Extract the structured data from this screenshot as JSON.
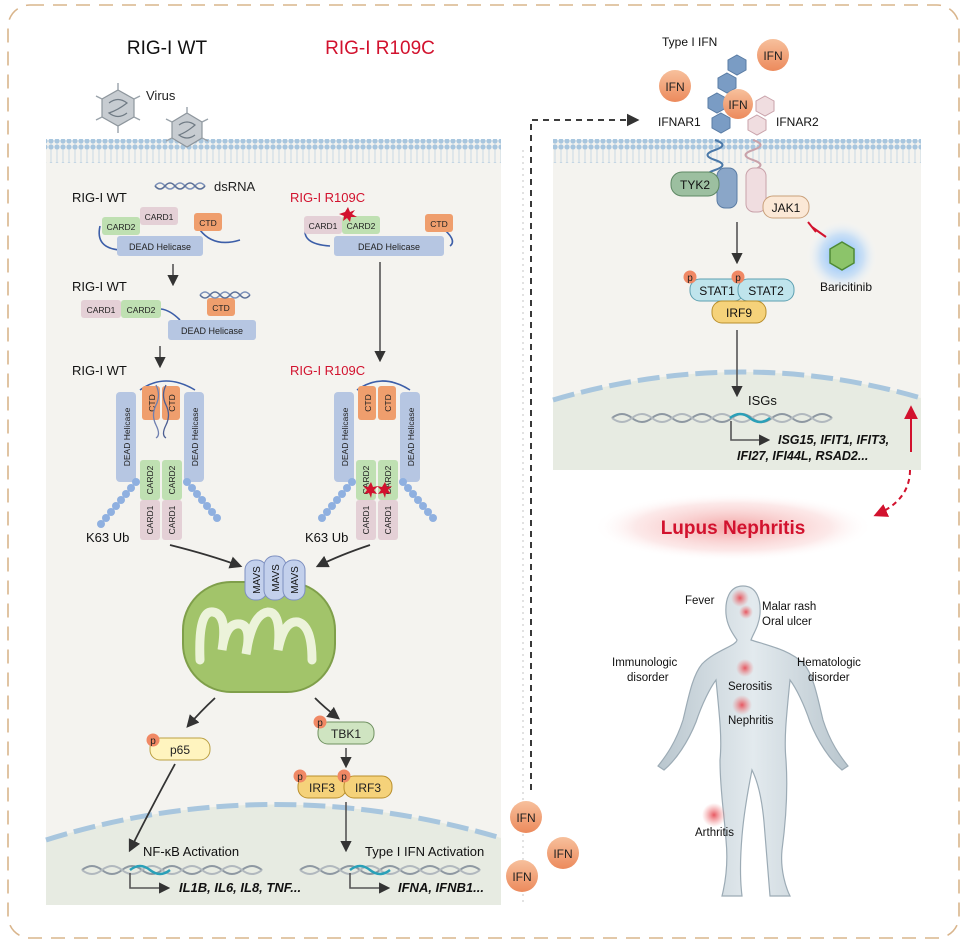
{
  "titles": {
    "wt": "RIG-I WT",
    "mut": "RIG-I R109C"
  },
  "virus": {
    "label": "Virus"
  },
  "dsrna": {
    "label": "dsRNA"
  },
  "domains": {
    "card1": "CARD1",
    "card2": "CARD2",
    "ctd": "CTD",
    "helicase": "DEAD Helicase"
  },
  "wt_steps": {
    "s1": "RIG-I WT",
    "s2": "RIG-I WT",
    "s3": "RIG-I WT"
  },
  "mut_steps": {
    "s1": "RIG-I R109C",
    "s2": "RIG-I R109C"
  },
  "ub": {
    "left": "K63 Ub",
    "right": "K63 Ub"
  },
  "mavs": {
    "label": "MAVS"
  },
  "signaling": {
    "p": "p",
    "p65": "p65",
    "tbk1": "TBK1",
    "irf3": "IRF3"
  },
  "nucleus_left": {
    "nfkb": "NF-κB Activation",
    "nfkb_genes": "IL1B, IL6, IL8, TNF...",
    "ifn": "Type I IFN Activation",
    "ifn_genes": "IFNA, IFNB1..."
  },
  "ifn_label": "IFN",
  "receptor": {
    "type1": "Type I IFN",
    "ifnar1": "IFNAR1",
    "ifnar2": "IFNAR2",
    "tyk2": "TYK2",
    "jak1": "JAK1",
    "baricitinib": "Baricitinib",
    "stat1": "STAT1",
    "stat2": "STAT2",
    "irf9": "IRF9",
    "isgs": "ISGs",
    "isg_line1": "ISG15, IFIT1, IFIT3,",
    "isg_line2": "IFI27, IFI44L, RSAD2..."
  },
  "disease": {
    "title": "Lupus Nephritis"
  },
  "symptoms": {
    "fever": "Fever",
    "malar": "Malar rash",
    "oral": "Oral ulcer",
    "immuno1": "Immunologic",
    "immuno2": "disorder",
    "hemato1": "Hematologic",
    "hemato2": "disorder",
    "serositis": "Serositis",
    "nephritis": "Nephritis",
    "arthritis": "Arthritis"
  },
  "colors": {
    "mutant_red": "#d2122e",
    "wt_black": "#111111",
    "card1": "#e4d0d6",
    "card2": "#bfe0b2",
    "ctd": "#ef9e6d",
    "helicase": "#b6c6e2",
    "ifn_ball": "#f2a071",
    "membrane": "#a8c6de",
    "mito": "#a2c46a"
  }
}
